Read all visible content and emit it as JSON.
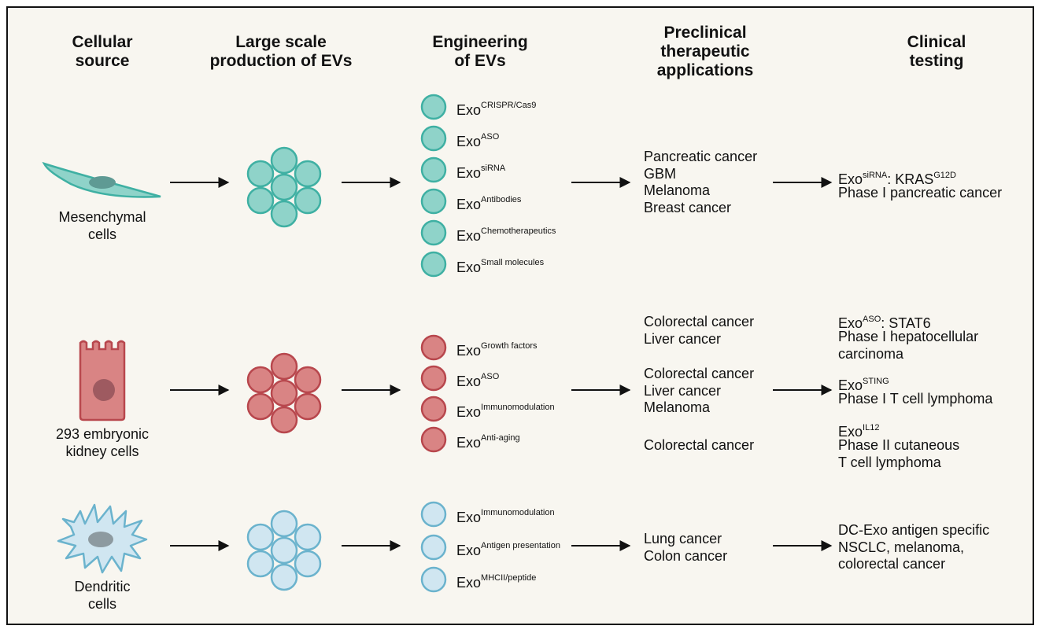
{
  "headers": {
    "cellular_source": "Cellular\nsource",
    "production": "Large scale\nproduction of EVs",
    "engineering": "Engineering\nof EVs",
    "preclinical": "Preclinical\ntherapeutic\napplications",
    "clinical": "Clinical\ntesting"
  },
  "colors": {
    "teal": "#8fd3c9",
    "teal_stroke": "#3fb0a3",
    "red": "#d98484",
    "red_stroke": "#b8474d",
    "blue": "#d0e6f1",
    "blue_stroke": "#6bb3cd",
    "nucleus": "#8d9aa0"
  },
  "rows": [
    {
      "cell_label": "Mesenchymal\ncells",
      "exo_items": [
        {
          "base": "Exo",
          "sup": "CRISPR/Cas9"
        },
        {
          "base": "Exo",
          "sup": "ASO"
        },
        {
          "base": "Exo",
          "sup": "siRNA"
        },
        {
          "base": "Exo",
          "sup": "Antibodies"
        },
        {
          "base": "Exo",
          "sup": "Chemotherapeutics"
        },
        {
          "base": "Exo",
          "sup": "Small molecules"
        }
      ],
      "preclinical": "Pancreatic cancer\nGBM\nMelanoma\nBreast cancer",
      "clinical_line1": {
        "exo": "Exo",
        "exo_sup": "siRNA",
        "target": ": KRAS",
        "target_sup": "G12D"
      },
      "clinical_line2": "Phase I pancreatic cancer"
    },
    {
      "cell_label": "293 embryonic\nkidney cells",
      "exo_items": [
        {
          "base": "Exo",
          "sup": "Growth factors"
        },
        {
          "base": "Exo",
          "sup": "ASO"
        },
        {
          "base": "Exo",
          "sup": "Immunomodulation"
        },
        {
          "base": "Exo",
          "sup": "Anti-aging"
        }
      ],
      "preclinical_a": "Colorectal cancer\nLiver cancer",
      "preclinical_b": "Colorectal cancer\nLiver cancer\nMelanoma",
      "preclinical_c": "Colorectal cancer",
      "clinical_a_line1": {
        "exo": "Exo",
        "exo_sup": "ASO",
        "target": ": STAT6"
      },
      "clinical_a_rest": "Phase I hepatocellular\ncarcinoma",
      "clinical_b_line1": {
        "exo": "Exo",
        "exo_sup": "STING"
      },
      "clinical_b_rest": "Phase I T cell lymphoma",
      "clinical_c_line1": {
        "exo": "Exo",
        "exo_sup": "IL12"
      },
      "clinical_c_rest": "Phase II cutaneous\nT cell lymphoma"
    },
    {
      "cell_label": "Dendritic\ncells",
      "exo_items": [
        {
          "base": "Exo",
          "sup": "Immunomodulation"
        },
        {
          "base": "Exo",
          "sup": "Antigen presentation"
        },
        {
          "base": "Exo",
          "sup": "MHCII/peptide"
        }
      ],
      "preclinical": "Lung cancer\nColon cancer",
      "clinical": "DC-Exo antigen specific\nNSCLC, melanoma,\ncolorectal cancer"
    }
  ]
}
